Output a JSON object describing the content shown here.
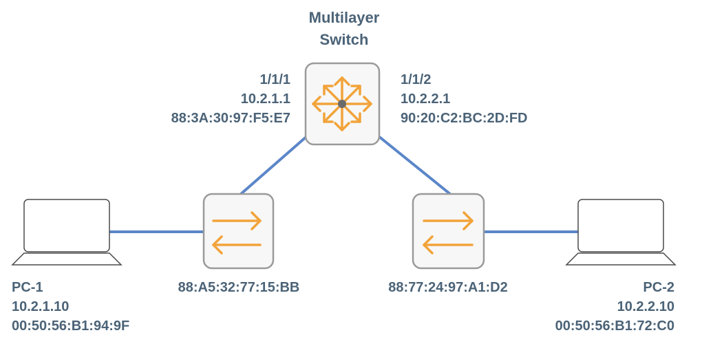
{
  "colors": {
    "link": "#5b86c9",
    "arrow": "#f2a33a",
    "device_border": "#9a9a9a",
    "device_fill": "#f7f7f7",
    "laptop_stroke": "#4a4a4a",
    "text": "#4b6377"
  },
  "multilayer_switch": {
    "title_line1": "Multilayer",
    "title_line2": "Switch",
    "icon": "multilayer-switch-icon",
    "port_left": {
      "name": "1/1/1",
      "ip": "10.2.1.1",
      "mac": "88:3A:30:97:F5:E7"
    },
    "port_right": {
      "name": "1/1/2",
      "ip": "10.2.2.1",
      "mac": "90:20:C2:BC:2D:FD"
    }
  },
  "switch_left": {
    "icon": "layer2-switch-icon",
    "mac": "88:A5:32:77:15:BB"
  },
  "switch_right": {
    "icon": "layer2-switch-icon",
    "mac": "88:77:24:97:A1:D2"
  },
  "pc1": {
    "icon": "laptop-icon",
    "name": "PC-1",
    "ip": "10.2.1.10",
    "mac": "00:50:56:B1:94:9F"
  },
  "pc2": {
    "icon": "laptop-icon",
    "name": "PC-2",
    "ip": "10.2.2.10",
    "mac": "00:50:56:B1:72:C0"
  }
}
